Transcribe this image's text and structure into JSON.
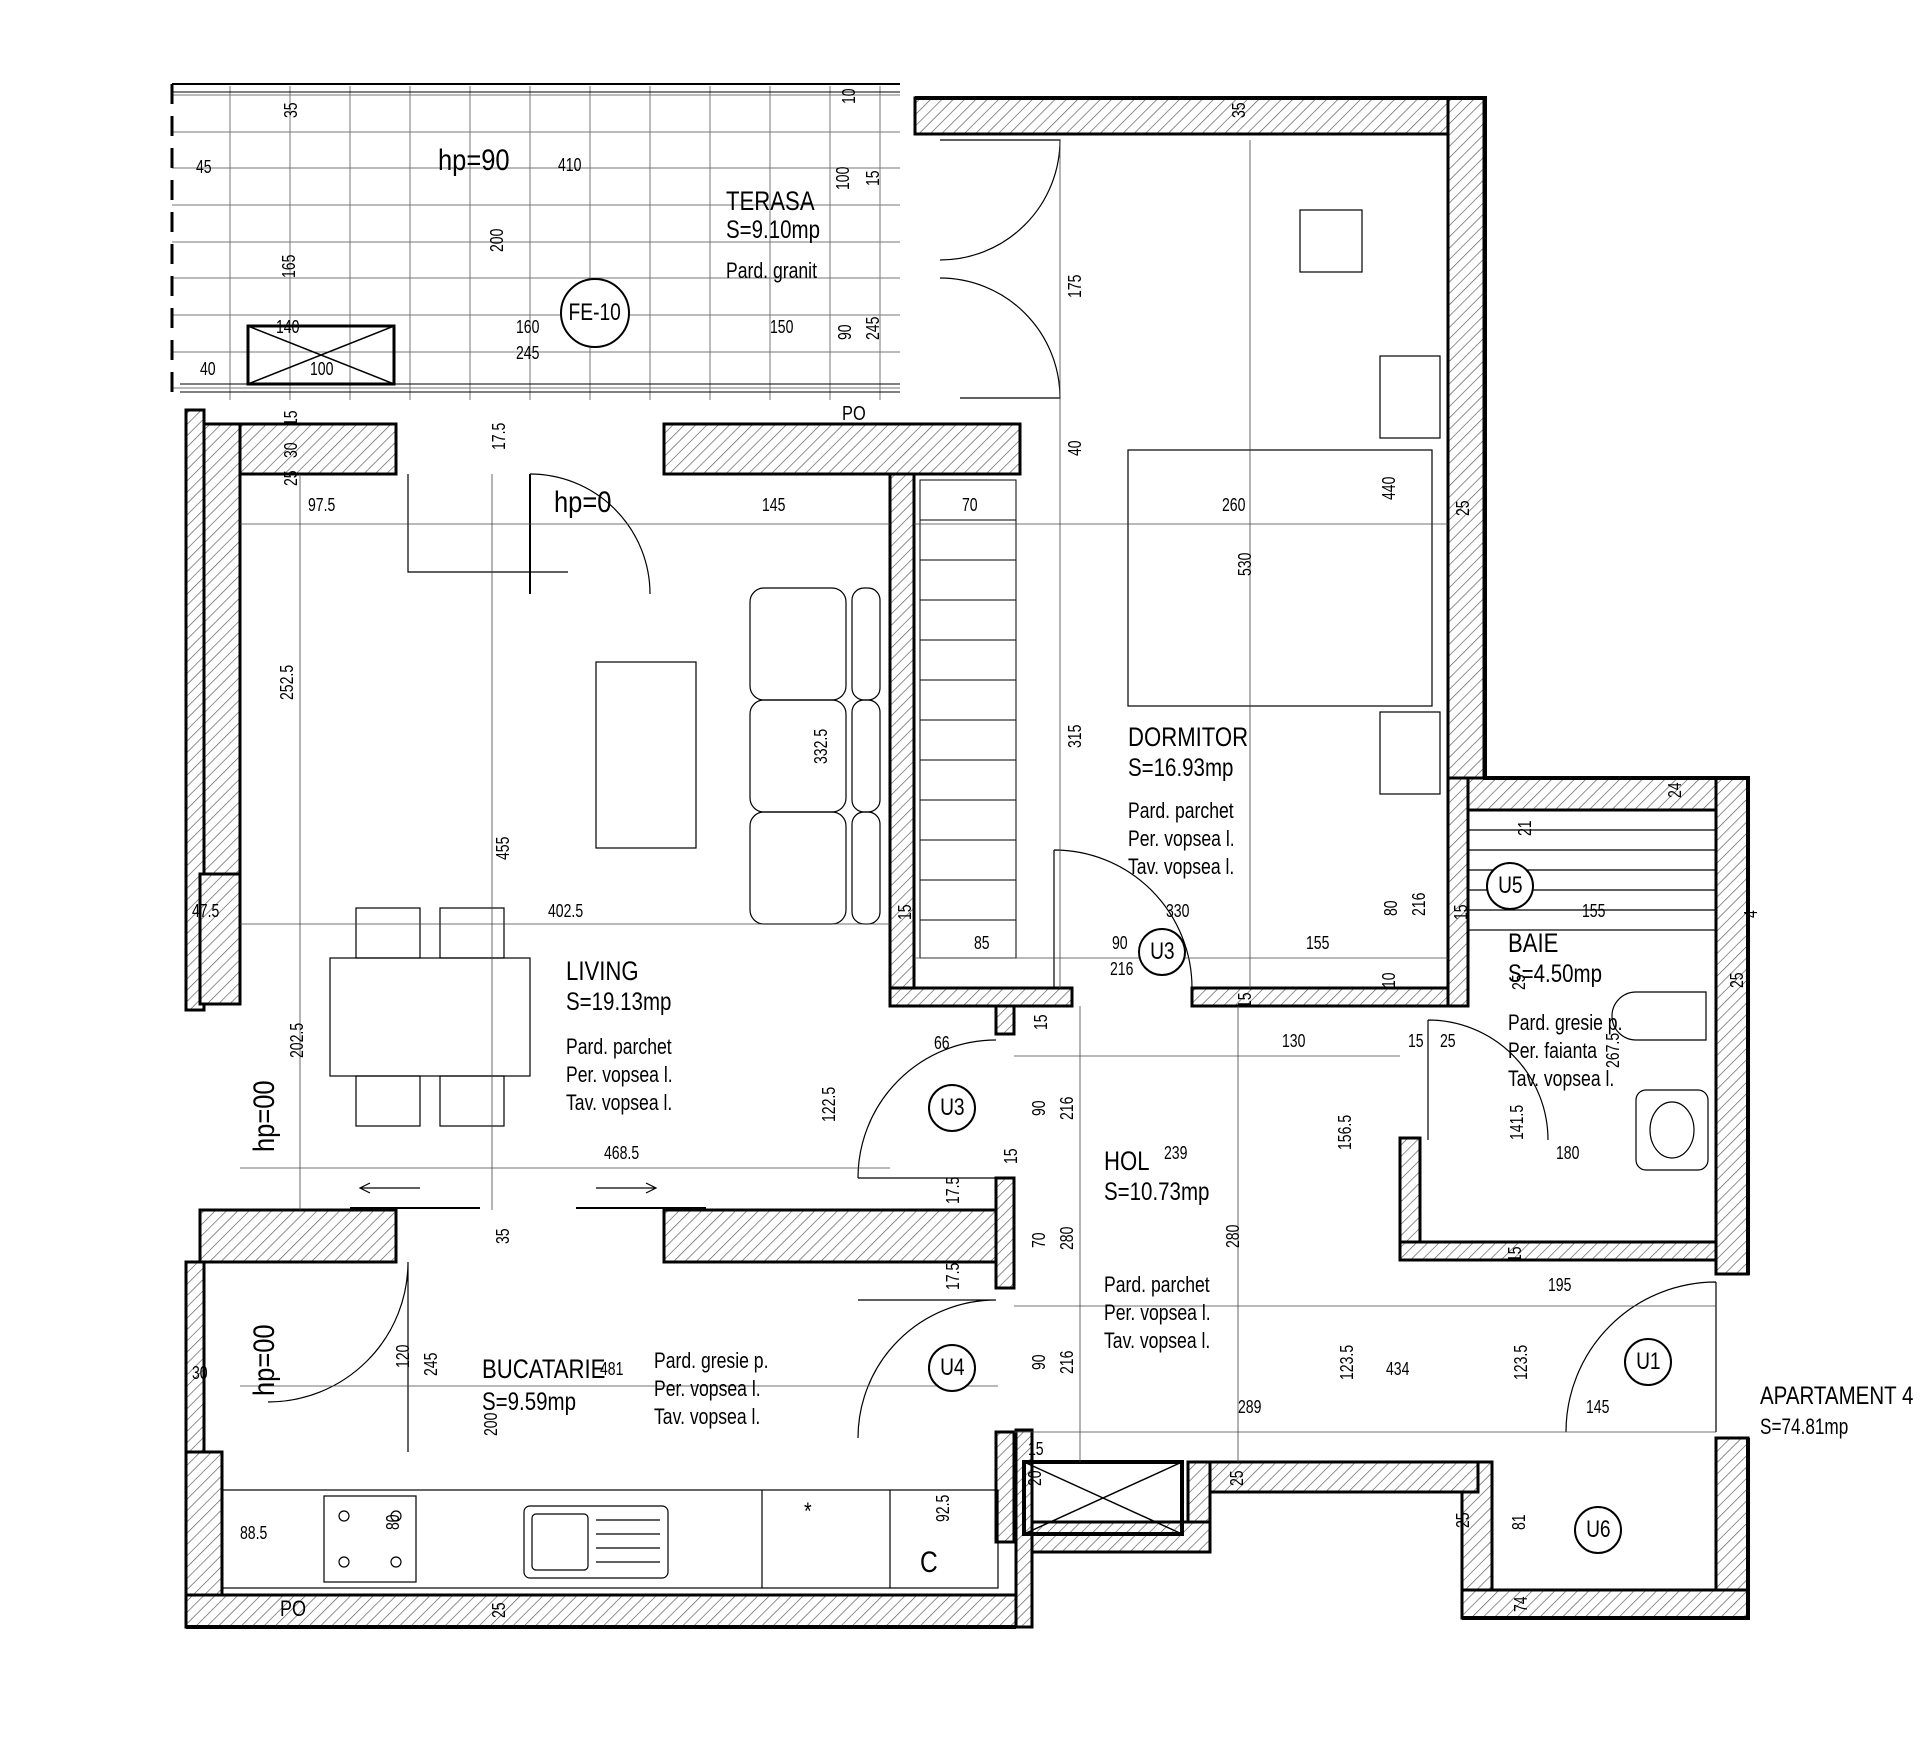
{
  "rooms": {
    "terasa": {
      "name": "TERASA",
      "area": "S=9.10mp",
      "floor": "Pard. granit"
    },
    "dormitor": {
      "name": "DORMITOR",
      "area": "S=16.93mp",
      "floor": "Pard. parchet",
      "walls": "Per. vopsea l.",
      "ceiling": "Tav. vopsea l."
    },
    "living": {
      "name": "LIVING",
      "area": "S=19.13mp",
      "floor": "Pard. parchet",
      "walls": "Per. vopsea l.",
      "ceiling": "Tav. vopsea l."
    },
    "baie": {
      "name": "BAIE",
      "area": "S=4.50mp",
      "floor": "Pard. gresie p.",
      "walls": "Per. faianta",
      "ceiling": "Tav. vopsea l."
    },
    "hol": {
      "name": "HOL",
      "area": "S=10.73mp",
      "floor": "Pard. parchet",
      "walls": "Per. vopsea l.",
      "ceiling": "Tav. vopsea l."
    },
    "bucatarie": {
      "name": "BUCATARIE",
      "area": "S=9.59mp",
      "floor": "Pard. gresie p.",
      "walls": "Per. vopsea l.",
      "ceiling": "Tav. vopsea l."
    }
  },
  "apartment": {
    "name": "APARTAMENT 4",
    "area": "S=74.81mp"
  },
  "tags": {
    "fe10": "FE-10",
    "u1": "U1",
    "u3a": "U3",
    "u3b": "U3",
    "u4": "U4",
    "u5": "U5",
    "u6": "U6"
  },
  "levels": {
    "terrace": "hp=90",
    "door": "hp=0",
    "living_window": "hp=00",
    "kitchen_window": "hp=00"
  },
  "symbols": {
    "po_top": "PO",
    "po_kitchen": "PO",
    "fridge": "C",
    "star": "*"
  },
  "dims": {
    "d35a": "35",
    "d10a": "10",
    "d45": "45",
    "d410": "410",
    "d100a": "100",
    "d15a": "15",
    "d200a": "200",
    "d165": "165",
    "d140": "140",
    "d160": "160",
    "d245a": "245",
    "d150": "150",
    "d90a": "90",
    "d245b": "245",
    "d40a": "40",
    "d100b": "100",
    "d35b": "35",
    "d175": "175",
    "d40b": "40",
    "d15b": "15",
    "d30a": "30",
    "d17_5a": "17.5",
    "d25a": "25",
    "d97_5": "97.5",
    "d145a": "145",
    "d70a": "70",
    "d260": "260",
    "d440": "440",
    "d25b": "25",
    "d530": "530",
    "d252_5": "252.5",
    "d332_5": "332.5",
    "d315": "315",
    "d455": "455",
    "d24": "24",
    "d21": "21",
    "d47_5": "47.5",
    "d402_5": "402.5",
    "d15c": "15",
    "d330": "330",
    "d80a": "80",
    "d216a": "216",
    "d15d": "15",
    "d155a": "155",
    "d4": "4",
    "d85": "85",
    "d90b": "90",
    "d155b": "155",
    "d216b": "216",
    "d10b": "10",
    "d25c": "25",
    "d25d": "25",
    "d202_5": "202.5",
    "d66": "66",
    "d15e": "15",
    "d15f": "15",
    "d130": "130",
    "d15g": "15",
    "d25e": "25",
    "d267_5": "267.5",
    "d122_5": "122.5",
    "d90c": "90",
    "d216c": "216",
    "d468_5": "468.5",
    "d15h": "15",
    "d239": "239",
    "d156_5": "156.5",
    "d141_5": "141.5",
    "d180": "180",
    "d17_5b": "17.5",
    "d35c": "35",
    "d70b": "70",
    "d280a": "280",
    "d280b": "280",
    "d15i": "15",
    "d17_5c": "17.5",
    "d195": "195",
    "d30b": "30",
    "d120": "120",
    "d245c": "245",
    "d481": "481",
    "d90d": "90",
    "d216d": "216",
    "d123_5a": "123.5",
    "d434": "434",
    "d123_5b": "123.5",
    "d145b": "145",
    "d200b": "200",
    "d289": "289",
    "d15j": "15",
    "d20": "20",
    "d25f": "25",
    "d88_5": "88.5",
    "d80b": "80",
    "d92_5": "92.5",
    "d25g": "25",
    "d81": "81",
    "d74": "74",
    "d25h": "25"
  }
}
